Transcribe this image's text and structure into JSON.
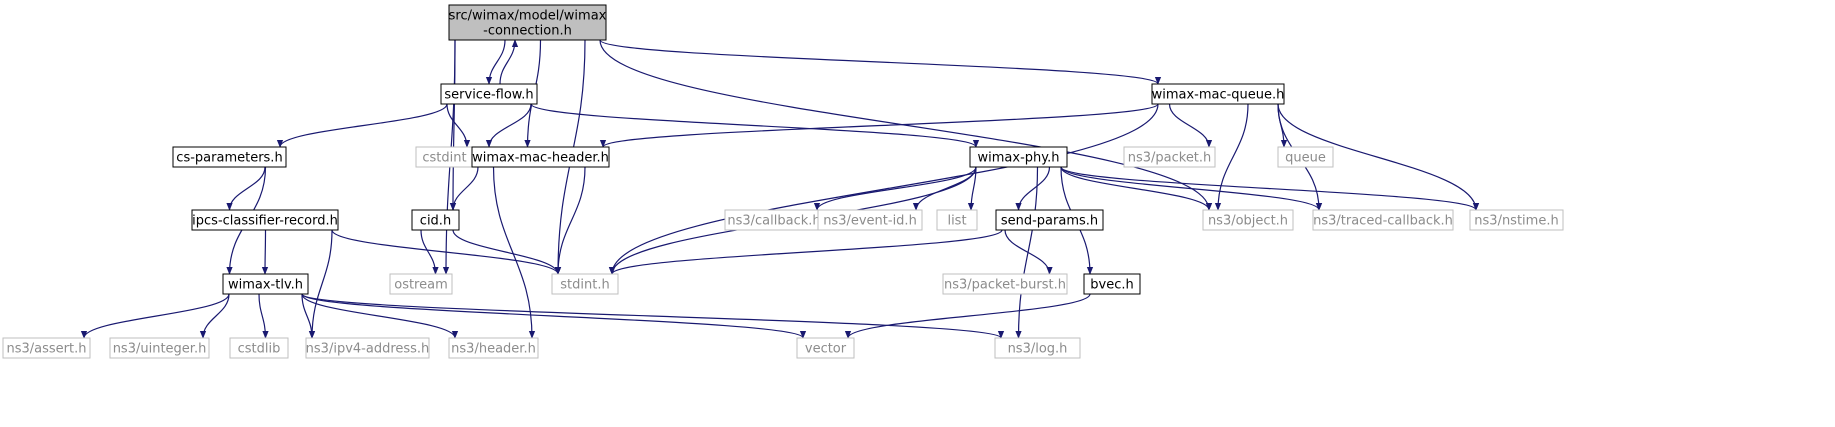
{
  "colors": {
    "edge": "#191970",
    "root_fill": "#bfbfbf",
    "root_border": "#000000",
    "documented_border": "#000000",
    "documented_text": "#000000",
    "external_border": "#bfbfbf",
    "external_text": "#8c8c8c"
  },
  "nodes": [
    {
      "id": "root",
      "label": "src/wimax/model/wimax\n-connection.h",
      "kind": "root"
    },
    {
      "id": "service-flow",
      "label": "service-flow.h",
      "kind": "documented"
    },
    {
      "id": "wimax-mac-queue",
      "label": "wimax-mac-queue.h",
      "kind": "documented"
    },
    {
      "id": "cs-parameters",
      "label": "cs-parameters.h",
      "kind": "documented"
    },
    {
      "id": "cstdint",
      "label": "cstdint",
      "kind": "external"
    },
    {
      "id": "wimax-mac-header",
      "label": "wimax-mac-header.h",
      "kind": "documented"
    },
    {
      "id": "wimax-phy",
      "label": "wimax-phy.h",
      "kind": "documented"
    },
    {
      "id": "ns3-packet",
      "label": "ns3/packet.h",
      "kind": "external"
    },
    {
      "id": "queue",
      "label": "queue",
      "kind": "external"
    },
    {
      "id": "ipcs-classifier-record",
      "label": "ipcs-classifier-record.h",
      "kind": "documented"
    },
    {
      "id": "cid",
      "label": "cid.h",
      "kind": "documented"
    },
    {
      "id": "ns3-callback",
      "label": "ns3/callback.h",
      "kind": "external"
    },
    {
      "id": "ns3-event-id",
      "label": "ns3/event-id.h",
      "kind": "external"
    },
    {
      "id": "list",
      "label": "list",
      "kind": "external"
    },
    {
      "id": "send-params",
      "label": "send-params.h",
      "kind": "documented"
    },
    {
      "id": "ns3-object",
      "label": "ns3/object.h",
      "kind": "external"
    },
    {
      "id": "ns3-traced-callback",
      "label": "ns3/traced-callback.h",
      "kind": "external"
    },
    {
      "id": "ns3-nstime",
      "label": "ns3/nstime.h",
      "kind": "external"
    },
    {
      "id": "wimax-tlv",
      "label": "wimax-tlv.h",
      "kind": "documented"
    },
    {
      "id": "ostream",
      "label": "ostream",
      "kind": "external"
    },
    {
      "id": "stdint",
      "label": "stdint.h",
      "kind": "external"
    },
    {
      "id": "ns3-packet-burst",
      "label": "ns3/packet-burst.h",
      "kind": "external"
    },
    {
      "id": "bvec",
      "label": "bvec.h",
      "kind": "documented"
    },
    {
      "id": "ns3-assert",
      "label": "ns3/assert.h",
      "kind": "external"
    },
    {
      "id": "ns3-uinteger",
      "label": "ns3/uinteger.h",
      "kind": "external"
    },
    {
      "id": "cstdlib",
      "label": "cstdlib",
      "kind": "external"
    },
    {
      "id": "ns3-ipv4-address",
      "label": "ns3/ipv4-address.h",
      "kind": "external"
    },
    {
      "id": "ns3-header",
      "label": "ns3/header.h",
      "kind": "external"
    },
    {
      "id": "vector",
      "label": "vector",
      "kind": "external"
    },
    {
      "id": "ns3-log",
      "label": "ns3/log.h",
      "kind": "external"
    }
  ],
  "edges": [
    {
      "from": "root",
      "to": "service-flow"
    },
    {
      "from": "service-flow",
      "to": "root"
    },
    {
      "from": "root",
      "to": "wimax-mac-queue"
    },
    {
      "from": "root",
      "to": "wimax-mac-header"
    },
    {
      "from": "root",
      "to": "cid"
    },
    {
      "from": "root",
      "to": "ostream"
    },
    {
      "from": "root",
      "to": "stdint"
    },
    {
      "from": "root",
      "to": "ns3-object"
    },
    {
      "from": "service-flow",
      "to": "cs-parameters"
    },
    {
      "from": "service-flow",
      "to": "cstdint"
    },
    {
      "from": "service-flow",
      "to": "wimax-mac-header"
    },
    {
      "from": "service-flow",
      "to": "wimax-phy"
    },
    {
      "from": "wimax-mac-queue",
      "to": "wimax-mac-header"
    },
    {
      "from": "wimax-mac-queue",
      "to": "stdint"
    },
    {
      "from": "wimax-mac-queue",
      "to": "ns3-packet"
    },
    {
      "from": "wimax-mac-queue",
      "to": "ns3-object"
    },
    {
      "from": "wimax-mac-queue",
      "to": "queue"
    },
    {
      "from": "wimax-mac-queue",
      "to": "ns3-traced-callback"
    },
    {
      "from": "wimax-mac-queue",
      "to": "ns3-nstime"
    },
    {
      "from": "cs-parameters",
      "to": "ipcs-classifier-record"
    },
    {
      "from": "cs-parameters",
      "to": "wimax-tlv"
    },
    {
      "from": "wimax-mac-header",
      "to": "cid"
    },
    {
      "from": "wimax-mac-header",
      "to": "stdint"
    },
    {
      "from": "wimax-mac-header",
      "to": "ns3-header"
    },
    {
      "from": "wimax-phy",
      "to": "stdint"
    },
    {
      "from": "wimax-phy",
      "to": "ns3-callback"
    },
    {
      "from": "wimax-phy",
      "to": "ns3-event-id"
    },
    {
      "from": "wimax-phy",
      "to": "list"
    },
    {
      "from": "wimax-phy",
      "to": "send-params"
    },
    {
      "from": "wimax-phy",
      "to": "ns3-object"
    },
    {
      "from": "wimax-phy",
      "to": "ns3-traced-callback"
    },
    {
      "from": "wimax-phy",
      "to": "ns3-nstime"
    },
    {
      "from": "wimax-phy",
      "to": "bvec"
    },
    {
      "from": "wimax-phy",
      "to": "ns3-log"
    },
    {
      "from": "ipcs-classifier-record",
      "to": "wimax-tlv"
    },
    {
      "from": "ipcs-classifier-record",
      "to": "stdint"
    },
    {
      "from": "ipcs-classifier-record",
      "to": "ns3-ipv4-address"
    },
    {
      "from": "cid",
      "to": "ostream"
    },
    {
      "from": "cid",
      "to": "stdint"
    },
    {
      "from": "send-params",
      "to": "stdint"
    },
    {
      "from": "send-params",
      "to": "ns3-packet-burst"
    },
    {
      "from": "bvec",
      "to": "vector"
    },
    {
      "from": "wimax-tlv",
      "to": "ns3-assert"
    },
    {
      "from": "wimax-tlv",
      "to": "ns3-uinteger"
    },
    {
      "from": "wimax-tlv",
      "to": "cstdlib"
    },
    {
      "from": "wimax-tlv",
      "to": "ns3-ipv4-address"
    },
    {
      "from": "wimax-tlv",
      "to": "ns3-header"
    },
    {
      "from": "wimax-tlv",
      "to": "vector"
    },
    {
      "from": "wimax-tlv",
      "to": "ns3-log"
    }
  ]
}
